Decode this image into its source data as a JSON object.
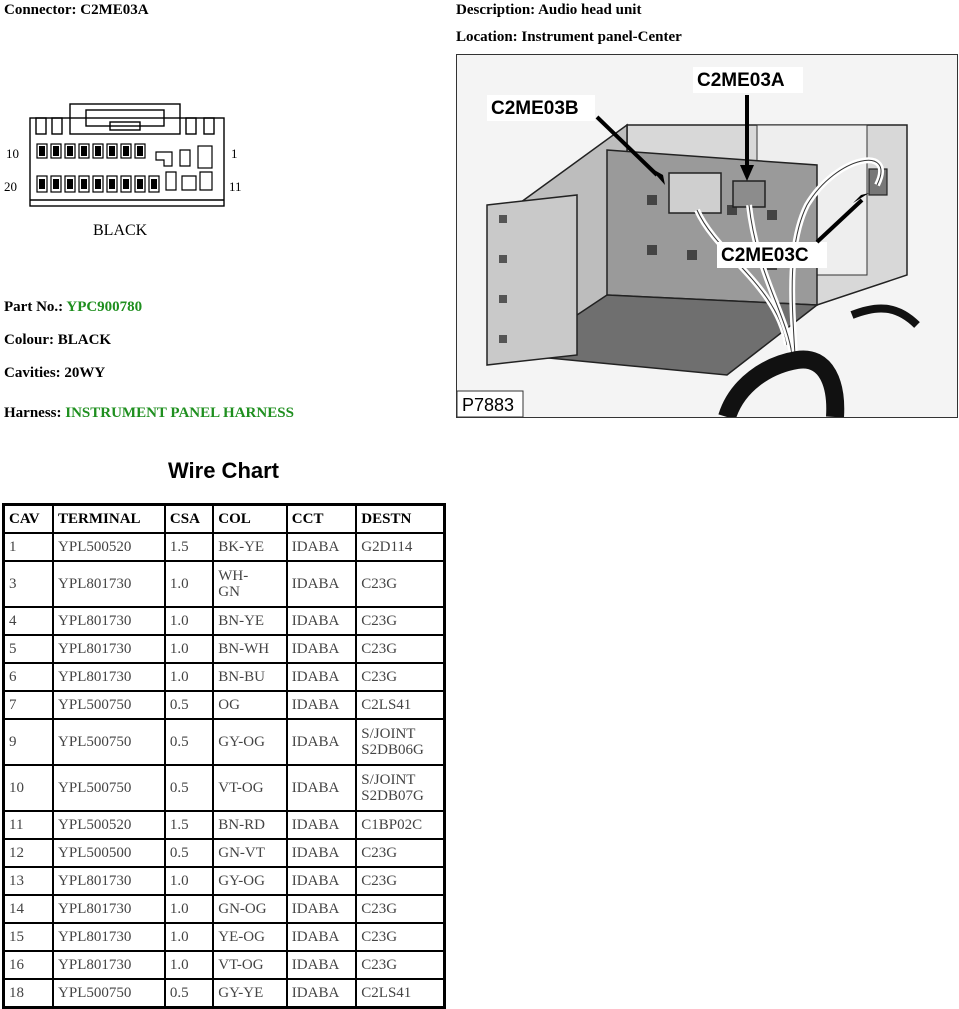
{
  "connector": {
    "label": "Connector:",
    "value": "C2ME03A"
  },
  "description": {
    "label": "Description:",
    "value": "Audio head unit"
  },
  "location": {
    "label": "Location:",
    "value": "Instrument panel-Center"
  },
  "diagram": {
    "pin_left_top": "10",
    "pin_right_top": "1",
    "pin_left_bottom": "20",
    "pin_right_bottom": "11",
    "color_text": "BLACK"
  },
  "photo": {
    "callout_a": "C2ME03A",
    "callout_b": "C2ME03B",
    "callout_c": "C2ME03C",
    "ref": "P7883"
  },
  "part_no": {
    "label": "Part No.:",
    "value": "YPC900780"
  },
  "colour": {
    "label": "Colour:",
    "value": "BLACK"
  },
  "cavities": {
    "label": "Cavities:",
    "value": "20WY"
  },
  "harness": {
    "label": "Harness:",
    "value": "INSTRUMENT PANEL HARNESS"
  },
  "colors": {
    "link_green": "#1f8f1f"
  },
  "wire_chart": {
    "title": "Wire Chart",
    "headers": [
      "CAV",
      "TERMINAL",
      "CSA",
      "COL",
      "CCT",
      "DESTN"
    ],
    "rows": [
      [
        "1",
        "YPL500520",
        "1.5",
        "BK-YE",
        "IDABA",
        "G2D114"
      ],
      [
        "3",
        "YPL801730",
        "1.0",
        "WH-\nGN",
        "IDABA",
        "C23G"
      ],
      [
        "4",
        "YPL801730",
        "1.0",
        "BN-YE",
        "IDABA",
        "C23G"
      ],
      [
        "5",
        "YPL801730",
        "1.0",
        "BN-WH",
        "IDABA",
        "C23G"
      ],
      [
        "6",
        "YPL801730",
        "1.0",
        "BN-BU",
        "IDABA",
        "C23G"
      ],
      [
        "7",
        "YPL500750",
        "0.5",
        "OG",
        "IDABA",
        "C2LS41"
      ],
      [
        "9",
        "YPL500750",
        "0.5",
        "GY-OG",
        "IDABA",
        "S/JOINT\nS2DB06G"
      ],
      [
        "10",
        "YPL500750",
        "0.5",
        "VT-OG",
        "IDABA",
        "S/JOINT\nS2DB07G"
      ],
      [
        "11",
        "YPL500520",
        "1.5",
        "BN-RD",
        "IDABA",
        "C1BP02C"
      ],
      [
        "12",
        "YPL500500",
        "0.5",
        "GN-VT",
        "IDABA",
        "C23G"
      ],
      [
        "13",
        "YPL801730",
        "1.0",
        "GY-OG",
        "IDABA",
        "C23G"
      ],
      [
        "14",
        "YPL801730",
        "1.0",
        "GN-OG",
        "IDABA",
        "C23G"
      ],
      [
        "15",
        "YPL801730",
        "1.0",
        "YE-OG",
        "IDABA",
        "C23G"
      ],
      [
        "16",
        "YPL801730",
        "1.0",
        "VT-OG",
        "IDABA",
        "C23G"
      ],
      [
        "18",
        "YPL500750",
        "0.5",
        "GY-YE",
        "IDABA",
        "C2LS41"
      ]
    ]
  }
}
